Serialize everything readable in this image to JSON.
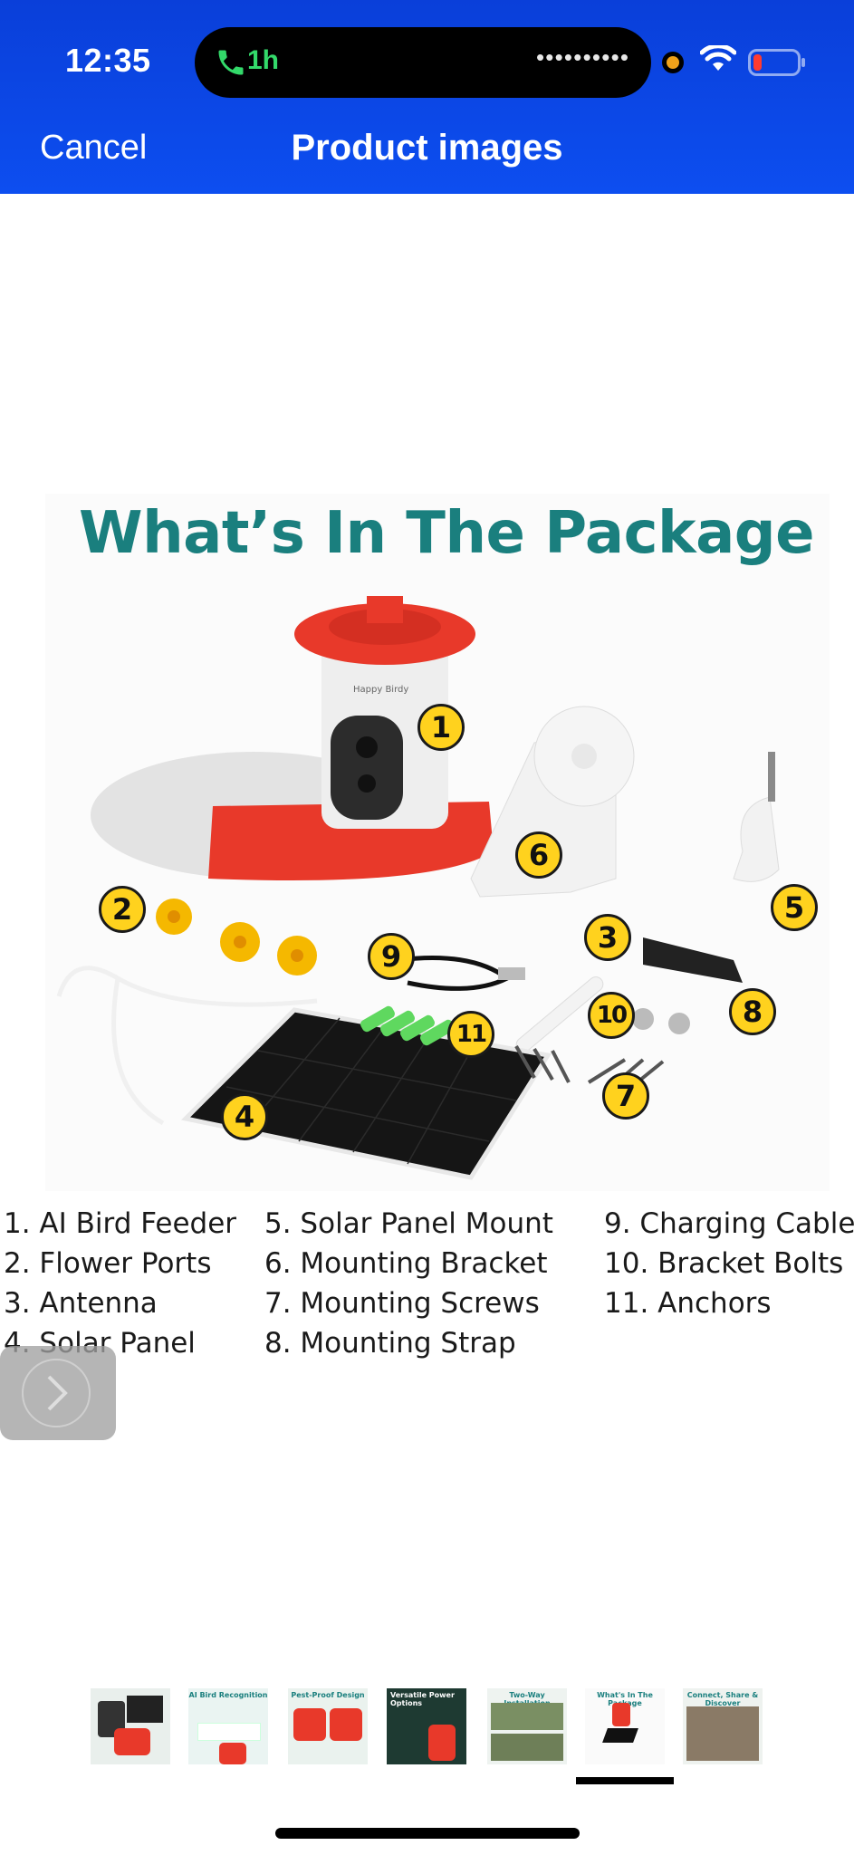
{
  "status_bar": {
    "time": "12:35",
    "call_duration": "1h",
    "call_icon": "phone-icon",
    "wifi_icon": "wifi-icon",
    "battery_icon": "battery-low-icon"
  },
  "nav": {
    "cancel_label": "Cancel",
    "title": "Product images"
  },
  "image": {
    "heading": "What’s In The Package",
    "brand": "Happy Birdy",
    "badges": [
      "1",
      "2",
      "3",
      "4",
      "5",
      "6",
      "7",
      "8",
      "9",
      "10",
      "11"
    ],
    "legend": [
      "1. AI Bird Feeder",
      "2. Flower Ports",
      "3. Antenna",
      "4. Solar Panel",
      "5. Solar Panel Mount",
      "6. Mounting Bracket",
      "7. Mounting Screws",
      "8. Mounting Strap",
      "9. Charging Cable",
      "10. Bracket Bolts",
      "11. Anchors"
    ]
  },
  "next_button_icon": "chevron-right-icon",
  "thumbnails": [
    {
      "title": ""
    },
    {
      "title": "AI Bird Recognition"
    },
    {
      "title": "Pest-Proof Design"
    },
    {
      "title": "Versatile Power Options"
    },
    {
      "title": "Two-Way Installation"
    },
    {
      "title": "What's In The Package"
    },
    {
      "title": "Connect, Share & Discover"
    }
  ],
  "selected_thumbnail": 6,
  "colors": {
    "header": "#0d4ef0",
    "heading_teal": "#1a7f7e",
    "badge_yellow": "#ffd21e",
    "feeder_red": "#e8392a"
  }
}
